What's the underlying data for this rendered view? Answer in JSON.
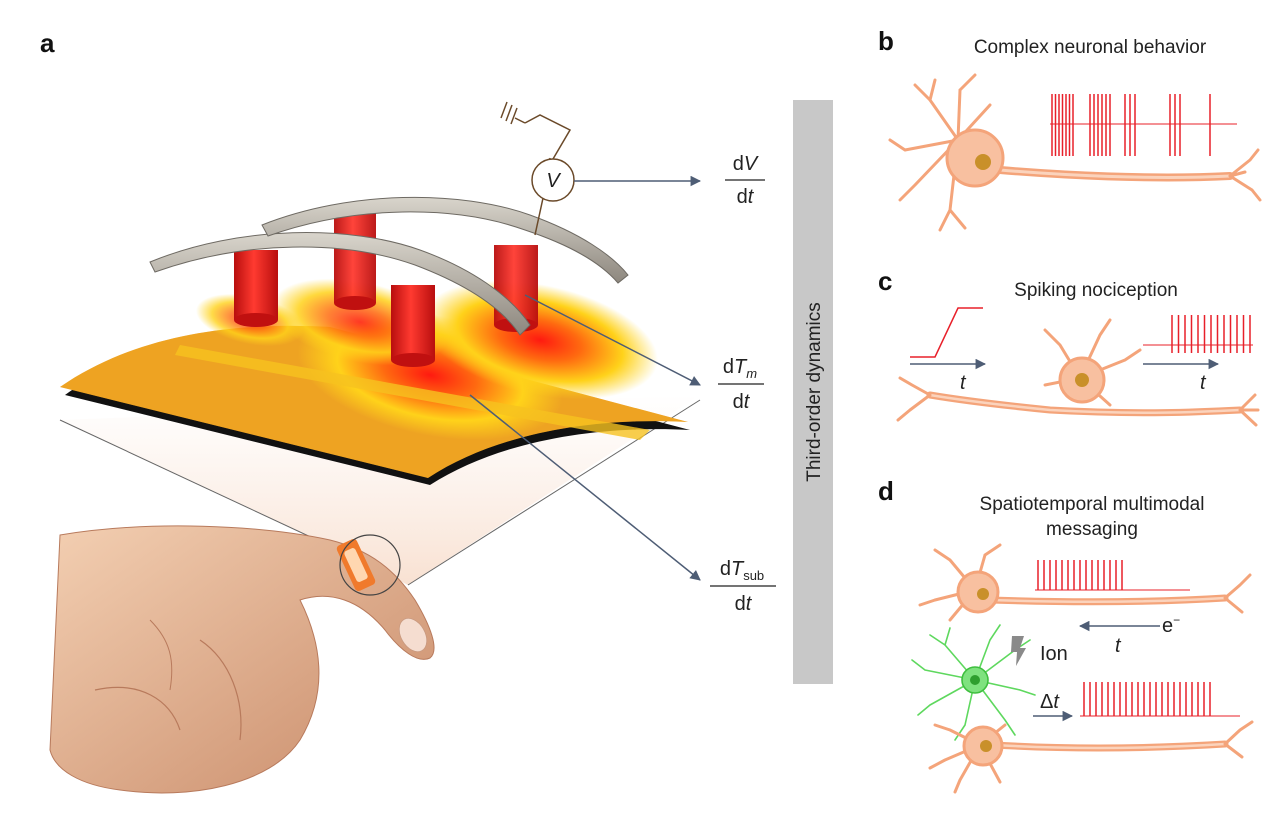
{
  "panels": {
    "a": {
      "letter": "a",
      "voltmeter_symbol": "V",
      "fractions": [
        {
          "numerator_prefix": "d",
          "numerator_var": "V",
          "numerator_sub": "",
          "denominator_prefix": "d",
          "denominator_var": "t"
        },
        {
          "numerator_prefix": "d",
          "numerator_var": "T",
          "numerator_sub": "m",
          "denominator_prefix": "d",
          "denominator_var": "t"
        },
        {
          "numerator_prefix": "d",
          "numerator_var": "T",
          "numerator_sub": "sub",
          "denominator_prefix": "d",
          "denominator_var": "t"
        }
      ],
      "side_bar_label": "Third-order dynamics"
    },
    "b": {
      "letter": "b",
      "title": "Complex neuronal behavior"
    },
    "c": {
      "letter": "c",
      "title": "Spiking nociception",
      "time_label_left": "t",
      "time_label_right": "t"
    },
    "d": {
      "letter": "d",
      "title_line1": "Spatiotemporal multimodal",
      "title_line2": "messaging",
      "time_label": "t",
      "electron_label": "e",
      "electron_sup": "−",
      "ion_label": "Ion",
      "delta_prefix": "Δ",
      "delta_var": "t"
    }
  },
  "colors": {
    "neuron_orange": "#f4a47a",
    "neuron_green": "#5ed85e",
    "spike_red": "#e8202a",
    "arrow_slate": "#4e5d75",
    "bar_gray": "#c8c8c8",
    "electrode_silver": "#a9a49c",
    "laser_red": "#e01818",
    "substrate_orange": "#e59a1c",
    "skin": "#e8b593"
  }
}
